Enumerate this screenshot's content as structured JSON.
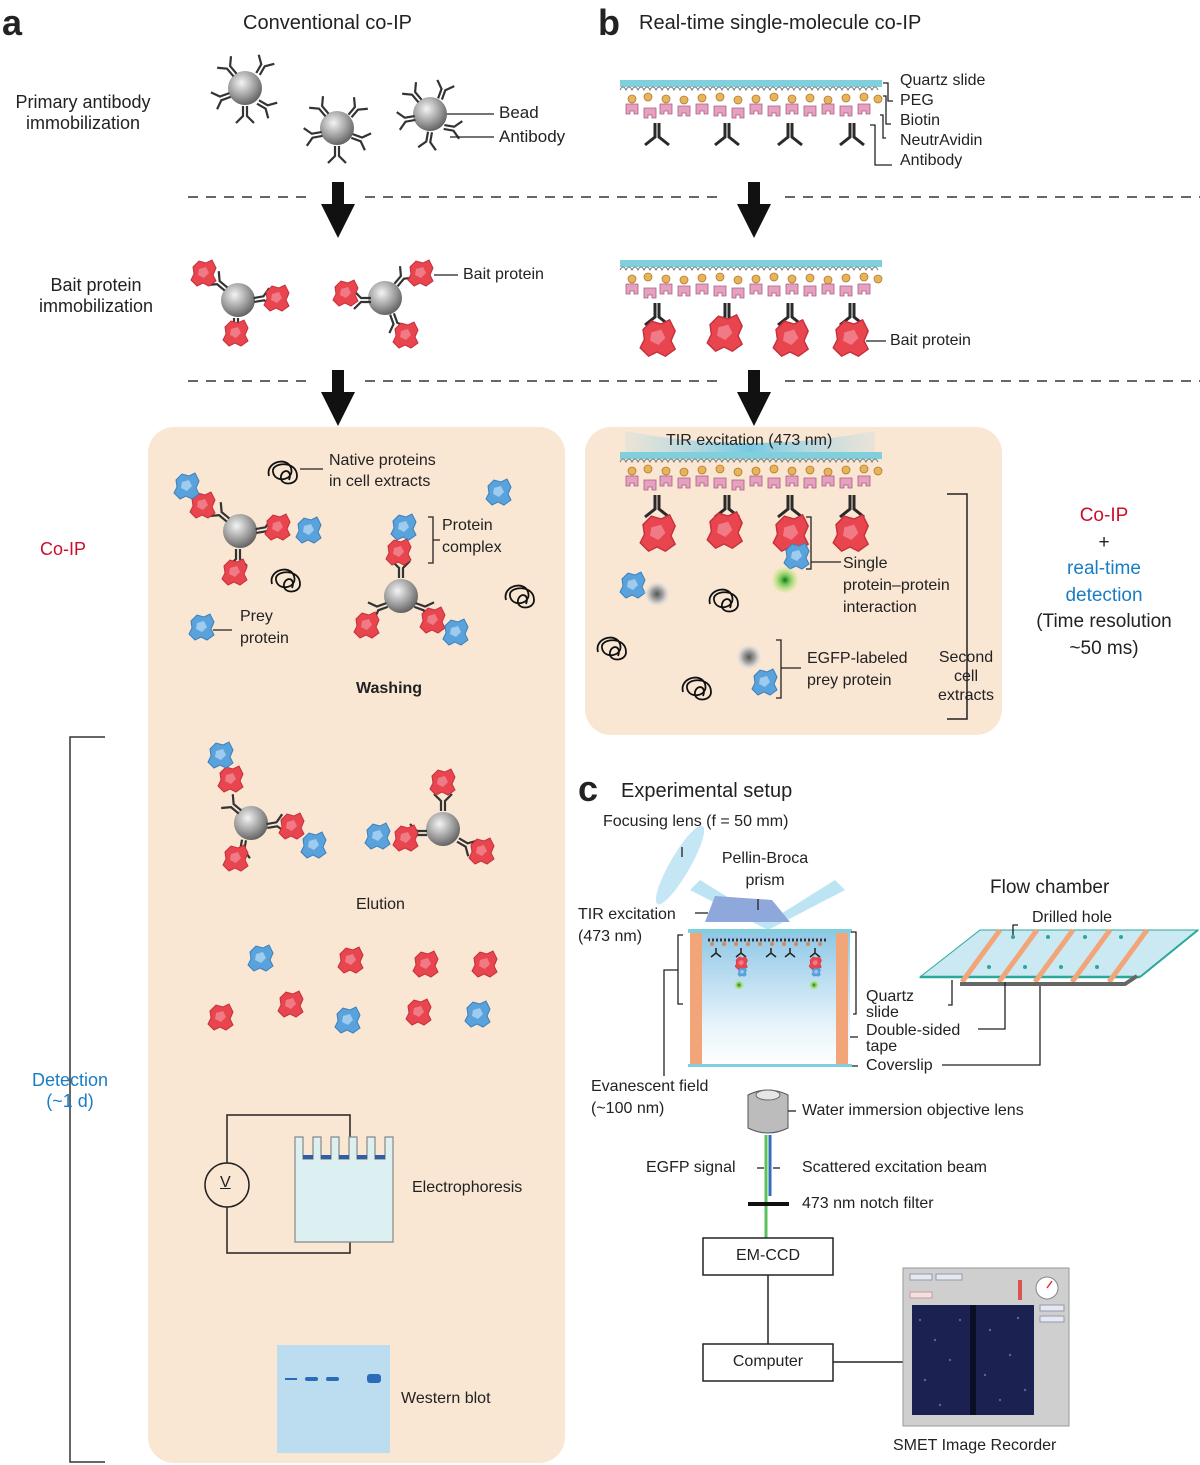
{
  "panel_a": {
    "letter": "a",
    "title": "Conventional co-IP",
    "step1_label_line1": "Primary antibody",
    "step1_label_line2": "immobilization",
    "bead_label": "Bead",
    "antibody_label": "Antibody",
    "step2_label_line1": "Bait protein",
    "step2_label_line2": "immobilization",
    "bait_label": "Bait protein",
    "coip_label": "Co-IP",
    "native_line1": "Native proteins",
    "native_line2": "in cell extracts",
    "complex_line1": "Protein",
    "complex_line2": "complex",
    "prey_line1": "Prey",
    "prey_line2": "protein",
    "washing_label": "Washing",
    "elution_label": "Elution",
    "electrophoresis_label": "Electrophoresis",
    "voltmeter_symbol": "V",
    "western_label": "Western blot",
    "detection_line1": "Detection",
    "detection_line2": "(~1 d)"
  },
  "panel_b": {
    "letter": "b",
    "title": "Real-time single-molecule co-IP",
    "layers": [
      "Quartz slide",
      "PEG",
      "Biotin",
      "NeutrAvidin",
      "Antibody"
    ],
    "bait_label": "Bait protein",
    "tir_label": "TIR excitation (473 nm)",
    "single_line1": "Single",
    "single_line2": "protein–protein",
    "single_line3": "interaction",
    "egfp_line1": "EGFP-labeled",
    "egfp_line2": "prey protein",
    "second_line1": "Second",
    "second_line2": "cell",
    "second_line3": "extracts",
    "side_coip": "Co-IP",
    "side_plus": "+",
    "side_rt1": "real-time",
    "side_rt2": "detection",
    "side_res1": "(Time resolution",
    "side_res2": "~50 ms)"
  },
  "panel_c": {
    "letter": "c",
    "title": "Experimental setup",
    "focusing_lens": "Focusing lens (f = 50 mm)",
    "prism_line1": "Pellin-Broca",
    "prism_line2": "prism",
    "tir_line1": "TIR excitation",
    "tir_line2": "(473 nm)",
    "flow_chamber": "Flow chamber",
    "drilled_hole": "Drilled hole",
    "quartz_line1": "Quartz",
    "quartz_line2": "slide",
    "tape_line1": "Double-sided",
    "tape_line2": "tape",
    "coverslip": "Coverslip",
    "evanescent_line1": "Evanescent field",
    "evanescent_line2": "(~100 nm)",
    "objective": "Water immersion objective lens",
    "egfp_signal": "EGFP signal",
    "scattered": "Scattered excitation beam",
    "notch": "473 nm notch filter",
    "emccd": "EM-CCD",
    "computer": "Computer",
    "recorder": "SMET Image Recorder"
  },
  "colors": {
    "panel_bg": "#f9e6d3",
    "bait": "#e8454f",
    "prey": "#5aa2db",
    "quartz": "#7fd0dc",
    "tape": "#f2a578",
    "coip_red": "#c8102e",
    "detection_blue": "#1a7dc4"
  }
}
